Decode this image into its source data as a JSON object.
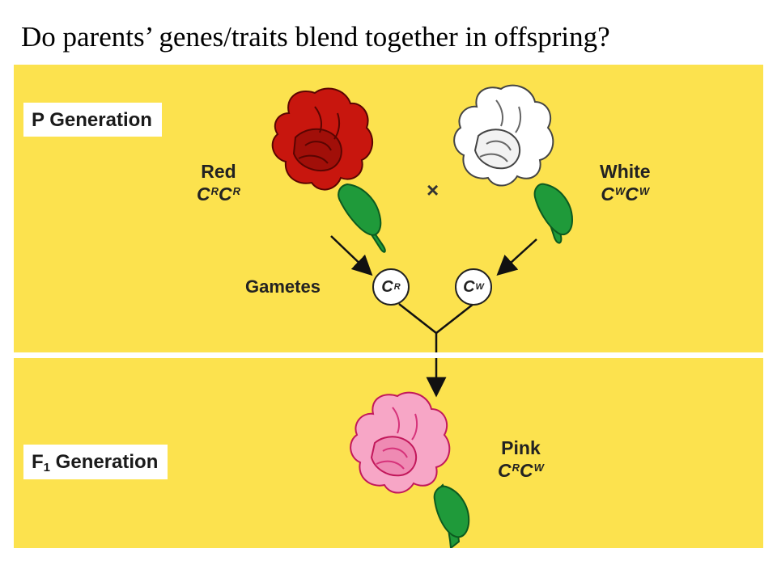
{
  "title": "Do parents’ genes/traits blend together in offspring?",
  "p_generation": {
    "label": "P Generation",
    "red": {
      "phenotype": "Red",
      "allele1": "C",
      "sup1": "R",
      "allele2": "C",
      "sup2": "R"
    },
    "white": {
      "phenotype": "White",
      "allele1": "C",
      "sup1": "W",
      "allele2": "C",
      "sup2": "W"
    },
    "cross_symbol": "×"
  },
  "gametes": {
    "label": "Gametes",
    "left": {
      "allele": "C",
      "sup": "R"
    },
    "right": {
      "allele": "C",
      "sup": "W"
    }
  },
  "f1_generation": {
    "label_main": "F",
    "label_sub": "1",
    "label_rest": " Generation",
    "pink": {
      "phenotype": "Pink",
      "allele1": "C",
      "sup1": "R",
      "allele2": "C",
      "sup2": "W"
    }
  },
  "colors": {
    "panel": "#fce24e",
    "red_flower": "#c8160e",
    "white_flower": "#ffffff",
    "pink_flower": "#f7a6c6",
    "stem": "#1f9a3a"
  }
}
